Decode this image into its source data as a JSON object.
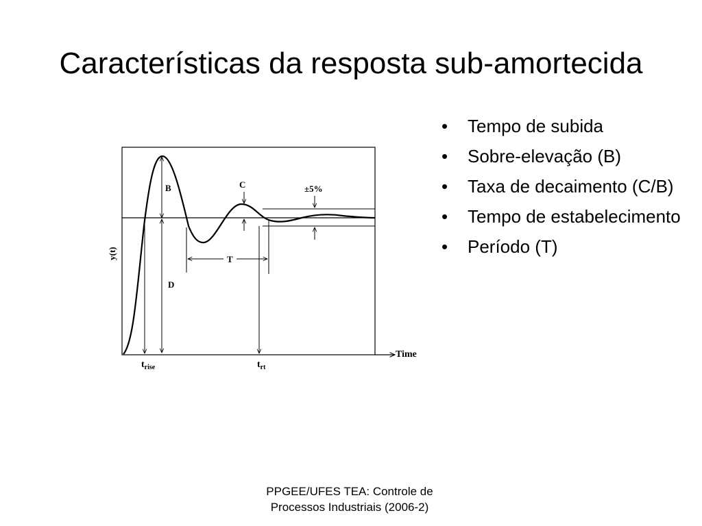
{
  "slide": {
    "title": "Características da resposta sub-amortecida",
    "bullets": [
      "Tempo de subida",
      "Sobre-elevação (B)",
      "Taxa de decaimento (C/B)",
      "Tempo de estabelecimento",
      "Período (T)"
    ],
    "footer_line1": "PPGEE/UFES TEA: Controle de",
    "footer_line2": "Processos Industriais (2006-2)"
  },
  "diagram": {
    "ylabel": "y(t)",
    "xlabel": "Time",
    "label_B": "B",
    "label_C": "C",
    "label_D": "D",
    "label_T": "T",
    "label_band": "±5%",
    "t_rise_main": "t",
    "t_rise_sub": "rise",
    "t_rt_main": "t",
    "t_rt_sub": "rt"
  }
}
